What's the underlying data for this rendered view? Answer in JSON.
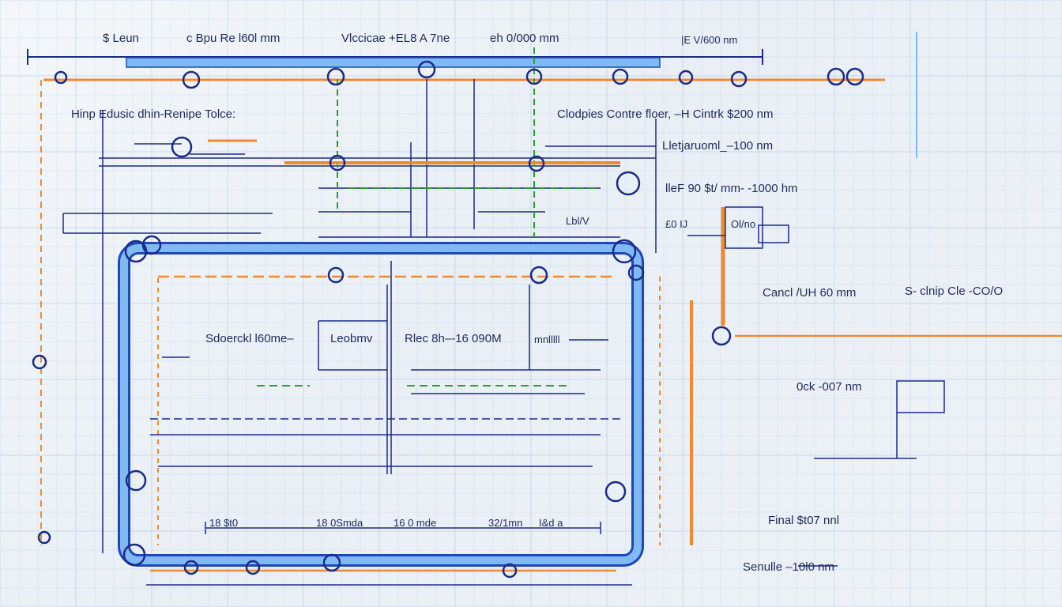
{
  "colors": {
    "paper": "#eef2f6",
    "grid": "#aac3e4",
    "pipe": "#4e9ef0",
    "pipe_edge": "#1f47b8",
    "line": "#1a2a8a",
    "orange": "#f08a30",
    "green": "#2aa02a",
    "ink": "#1e2a5a"
  },
  "top_labels": {
    "a": "$ Leun",
    "b": "c Bpu Re l60l mm",
    "c": "Vlccicae +EL8 A 7ne",
    "d": "eh 0/000 mm",
    "e": "|E V/600 nm"
  },
  "left_header": "Hinp Edusic dhin-Renipe Tolce:",
  "right_labels": {
    "contractor": "Clodpies Contre floer, –H  Cintrk  $200 nm",
    "level": "Lletjaruoml_–100 nm",
    "bore": "lleF 90 $t/ mm-  -1000 hm",
    "note1": "Cancl /UH  60 mm",
    "note2": "S- clnip  Cle  -CO/O",
    "ock": "0ck  -007 nm",
    "final": "Final  $t07 nnl",
    "service": "Senulle  –10l0 nm",
    "small1": "£0 IJ",
    "small2": "Ol/no"
  },
  "inner_labels": {
    "side_rack": "Sdoerckl l60me–",
    "lead": "Leobmv",
    "rise": "Rlec 8h–-16 090M",
    "min": "mnlllll",
    "val": "Lbl/V"
  },
  "bottom_dims": {
    "d1": "18 $t0",
    "d2": "18 0Smda",
    "d3": "16 0 mde",
    "d4": "32/1mn",
    "d5": "I&d a"
  }
}
